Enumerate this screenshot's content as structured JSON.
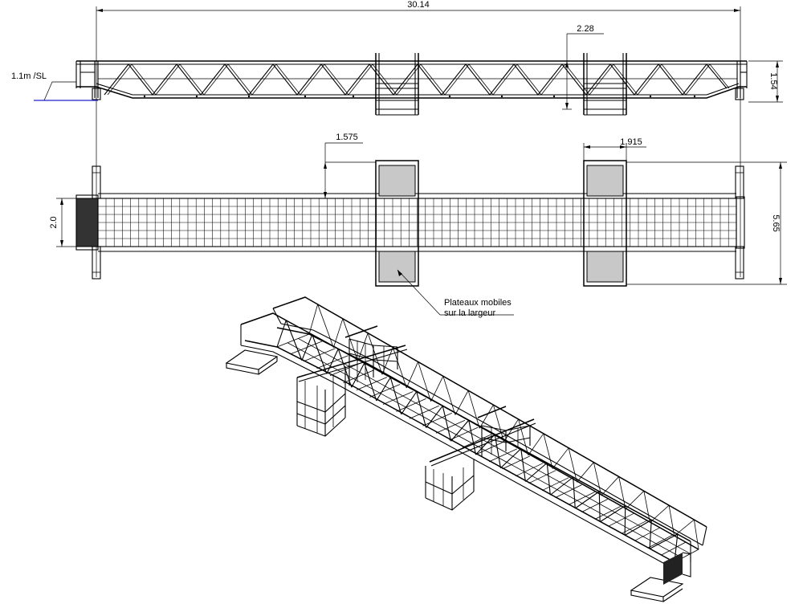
{
  "dimensions": {
    "total_length": "30.14",
    "platform_spacing": "2.28",
    "height_side": "1.54",
    "platform_offset": "1.575",
    "platform_width": "1.915",
    "deck_width": "2.0",
    "overall_width": "5.65"
  },
  "labels": {
    "water_level": "1.1m /SL",
    "mobile_platforms_line1": "Plateaux mobiles",
    "mobile_platforms_line2": "sur la largeur"
  },
  "colors": {
    "line": "#000000",
    "water_level": "#2222cc",
    "platform_fill": "#c8c8c8",
    "mesh_fill": "#333333"
  },
  "icons": {
    "water_level_marker": "triangle-leader"
  }
}
